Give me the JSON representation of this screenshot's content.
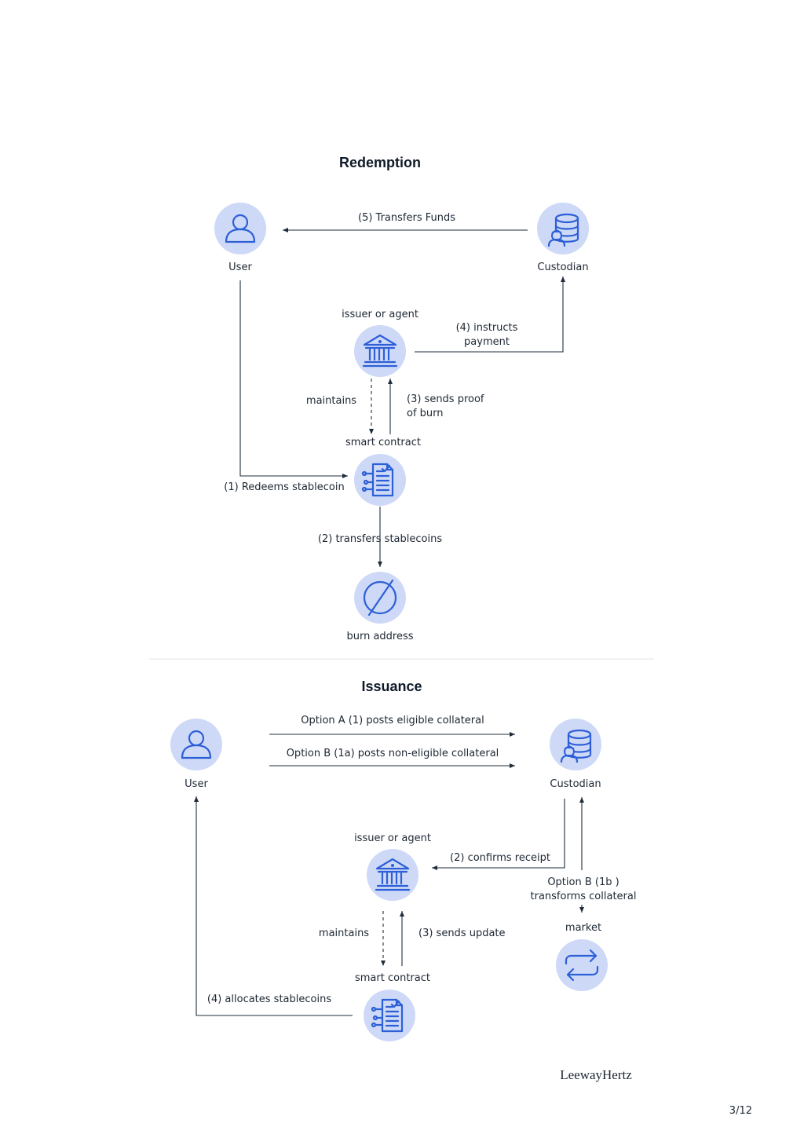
{
  "page": {
    "brand": "LeewayHertz",
    "page_number": "3/12"
  },
  "redemption": {
    "title": "Redemption",
    "nodes": {
      "user": "User",
      "custodian": "Custodian",
      "issuer": "issuer or agent",
      "smart_contract": "smart contract",
      "burn_address": "burn address"
    },
    "edges": {
      "transfers_funds": "(5) Transfers Funds",
      "instructs_1": "(4) instructs",
      "instructs_2": "payment",
      "maintains": "maintains",
      "proof_1": "(3) sends proof",
      "proof_2": "of burn",
      "redeems": "(1) Redeems stablecoin",
      "transfers_stablecoins": "(2) transfers stablecoins"
    }
  },
  "issuance": {
    "title": "Issuance",
    "nodes": {
      "user": "User",
      "custodian": "Custodian",
      "issuer": "issuer or agent",
      "smart_contract": "smart contract",
      "market": "market"
    },
    "edges": {
      "option_a": "Option A (1) posts eligible collateral",
      "option_b": "Option B (1a) posts non-eligible collateral",
      "confirms": "(2) confirms receipt",
      "option_b1b_1": "Option B (1b )",
      "option_b1b_2": "transforms collateral",
      "maintains": "maintains",
      "sends_update": "(3) sends update",
      "allocates": "(4) allocates stablecoins"
    }
  }
}
